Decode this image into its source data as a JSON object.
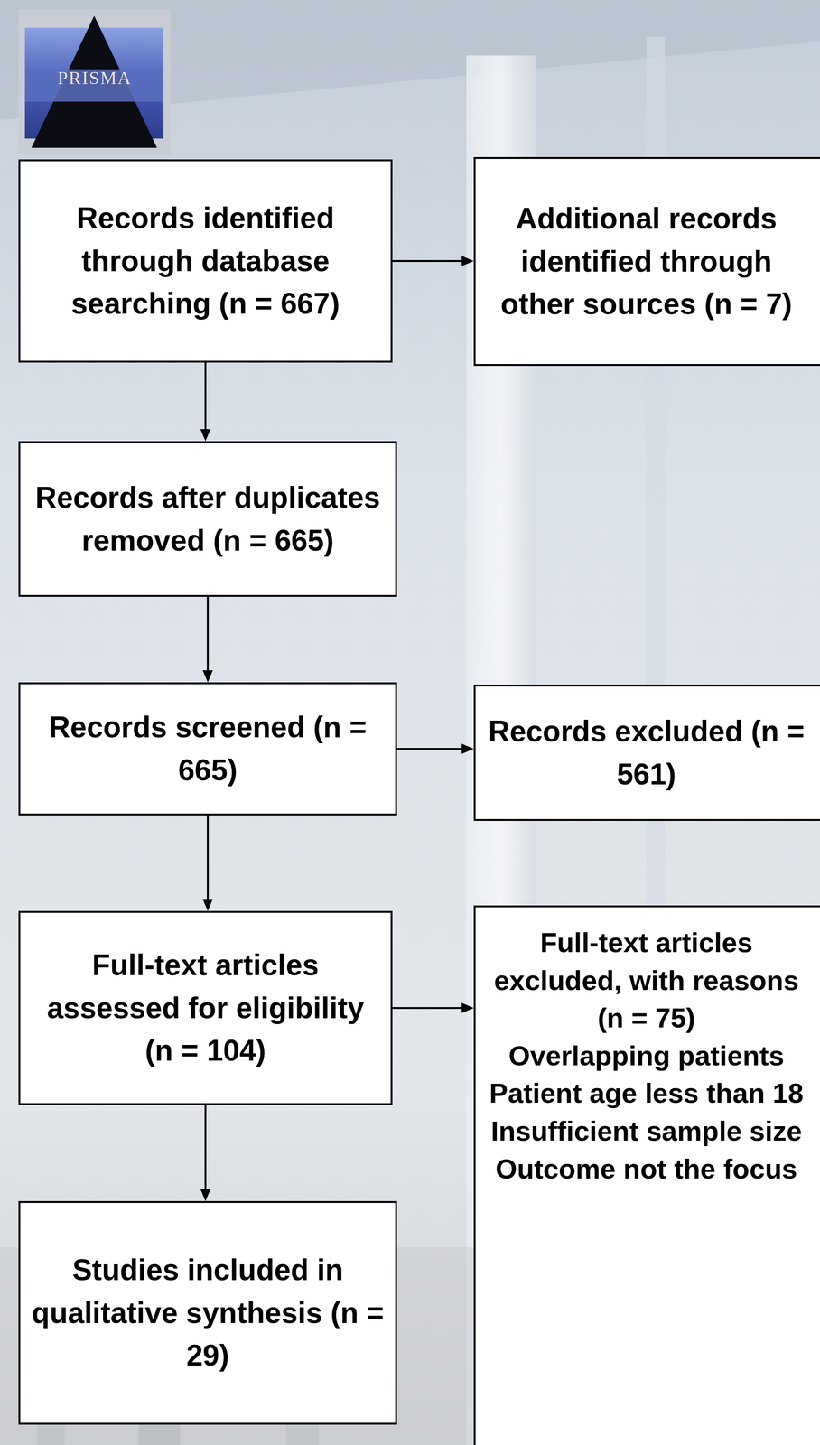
{
  "diagram": {
    "nodes": [
      {
        "text": [
          "Records identified through database searching (n = 667)"
        ]
      },
      {
        "text": [
          "Additional records identified through other sources (n = 7)"
        ]
      },
      {
        "text": [
          "Records after duplicates removed (n = 665)"
        ]
      },
      {
        "text": [
          "Records screened (n = 665)"
        ]
      },
      {
        "text": [
          "Records excluded (n = 561)"
        ]
      },
      {
        "text": [
          "Full-text articles assessed for eligibility (n = 104)"
        ]
      },
      {
        "text": [
          "Full-text articles excluded, with reasons (n = 75)",
          "Overlapping patients",
          "Patient age less than 18",
          "Insufficient sample size",
          "Outcome not the focus"
        ]
      },
      {
        "text": [
          "Studies included in qualitative synthesis (n = 29)"
        ]
      }
    ],
    "edges": [
      {
        "from": 0,
        "to": 1,
        "arrow": "to"
      },
      {
        "from": 0,
        "to": 2,
        "arrow": "to"
      },
      {
        "from": 2,
        "to": 3,
        "arrow": "to"
      },
      {
        "from": 3,
        "to": 4,
        "arrow": "to"
      },
      {
        "from": 3,
        "to": 5,
        "arrow": "to"
      },
      {
        "from": 5,
        "to": 6,
        "arrow": "to"
      },
      {
        "from": 5,
        "to": 7,
        "arrow": "to"
      }
    ],
    "labels": [
      "PRISMA"
    ]
  }
}
